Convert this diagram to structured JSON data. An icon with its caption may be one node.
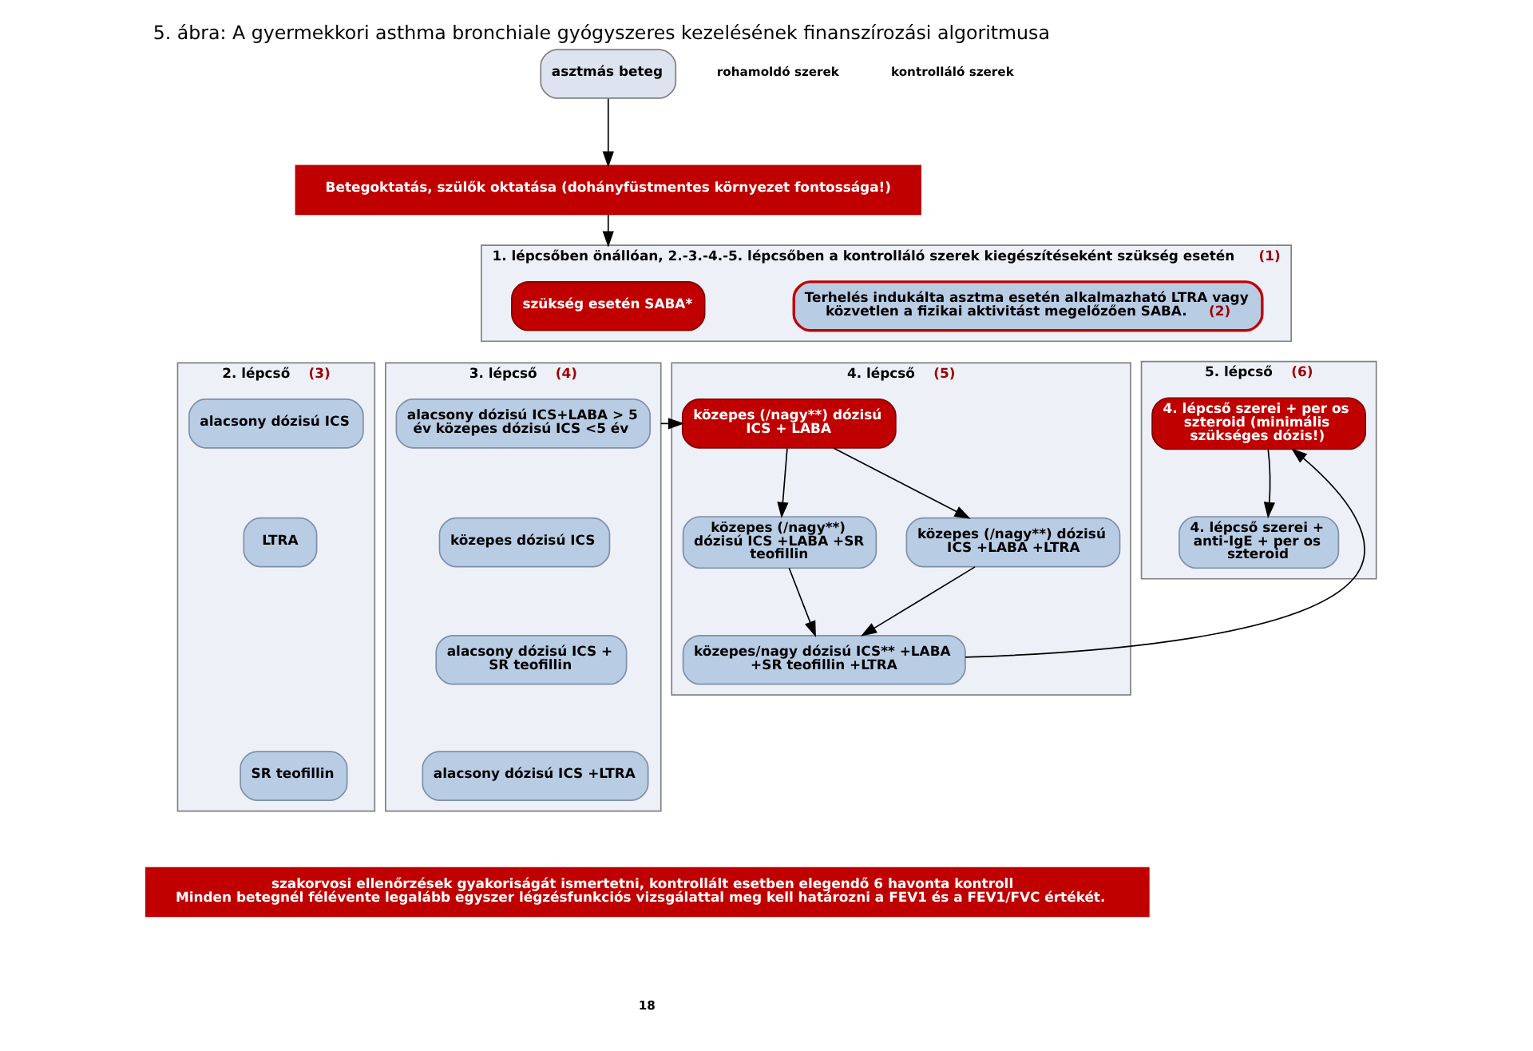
{
  "diagram": {
    "title": "5. ábra: A gyermekkori asthma bronchiale gyógyszeres kezelésének finanszírozási algoritmusa",
    "nodes": [
      {
        "text": [
          "asztmás beteg"
        ]
      },
      {
        "text": [
          "Betegoktatás, szülők oktatása (dohányfüstmentes környezet fontossága!)"
        ]
      },
      {
        "text": [
          "1. lépcsőben önállóan, 2.-3.-4.-5. lépcsőben a kontrolláló szerek kiegészítéseként szükség esetén",
          "(1)"
        ]
      },
      {
        "text": [
          "szükség esetén SABA*"
        ],
        "in": 2
      },
      {
        "text": [
          "Terhelés indukálta asztma esetén alkalmazható LTRA vagy közvetlen a fizikai aktivitást megelőzően SABA.",
          "(2)"
        ],
        "in": 2
      },
      {
        "text": [
          "2. lépcső",
          "(3)"
        ]
      },
      {
        "text": [
          "alacsony dózisú ICS"
        ],
        "in": 5
      },
      {
        "text": [
          "LTRA"
        ],
        "in": 5
      },
      {
        "text": [
          "SR teofillin"
        ],
        "in": 5
      },
      {
        "text": [
          "3. lépcső",
          "(4)"
        ]
      },
      {
        "text": [
          "alacsony dózisú ICS+LABA > 5 év közepes dózisú ICS <5 év"
        ],
        "in": 9
      },
      {
        "text": [
          "közepes dózisú ICS"
        ],
        "in": 9
      },
      {
        "text": [
          "alacsony dózisú ICS + SR teofillin"
        ],
        "in": 9
      },
      {
        "text": [
          "alacsony dózisú ICS +LTRA"
        ],
        "in": 9
      },
      {
        "text": [
          "4. lépcső",
          "(5)"
        ]
      },
      {
        "text": [
          "közepes (/nagy**) dózisú ICS + LABA"
        ],
        "in": 14
      },
      {
        "text": [
          "közepes (/nagy**) dózisú ICS +LABA +SR teofillin"
        ],
        "in": 14
      },
      {
        "text": [
          "közepes (/nagy**) dózisú ICS +LABA +LTRA"
        ],
        "in": 14
      },
      {
        "text": [
          "közepes/nagy dózisú ICS** +LABA +SR teofillin +LTRA"
        ],
        "in": 14
      },
      {
        "text": [
          "5. lépcső",
          "(6)"
        ]
      },
      {
        "text": [
          "4. lépcső szerei + per os szteroid (minimális szükséges dózis!)"
        ],
        "in": 19
      },
      {
        "text": [
          "4. lépcső szerei + anti-IgE + per os szteroid"
        ],
        "in": 19
      },
      {
        "text": [
          "szakorvosi ellenőrzések gyakoriságát ismertetni, kontrollált esetben elegendő 6 havonta kontroll",
          "Minden betegnél félévente legalább egyszer légzésfunkciós vizsgálattal meg kell határozni a FEV1 és a FEV1/FVC értékét."
        ]
      }
    ],
    "edges": [
      {
        "from": 0,
        "to": 1,
        "arrow": "to"
      },
      {
        "from": 1,
        "to": 2,
        "arrow": "to"
      },
      {
        "from": 9,
        "to": 15,
        "arrow": "to"
      },
      {
        "from": 15,
        "to": 16,
        "arrow": "to"
      },
      {
        "from": 15,
        "to": 17,
        "arrow": "to"
      },
      {
        "from": 16,
        "to": 18,
        "arrow": "to"
      },
      {
        "from": 17,
        "to": 18,
        "arrow": "to"
      },
      {
        "from": 18,
        "to": 20,
        "arrow": "to"
      },
      {
        "from": 20,
        "to": 21,
        "arrow": "to"
      }
    ],
    "labels": [
      "rohamoldó szerek",
      "kontrolláló szerek",
      "18"
    ]
  }
}
